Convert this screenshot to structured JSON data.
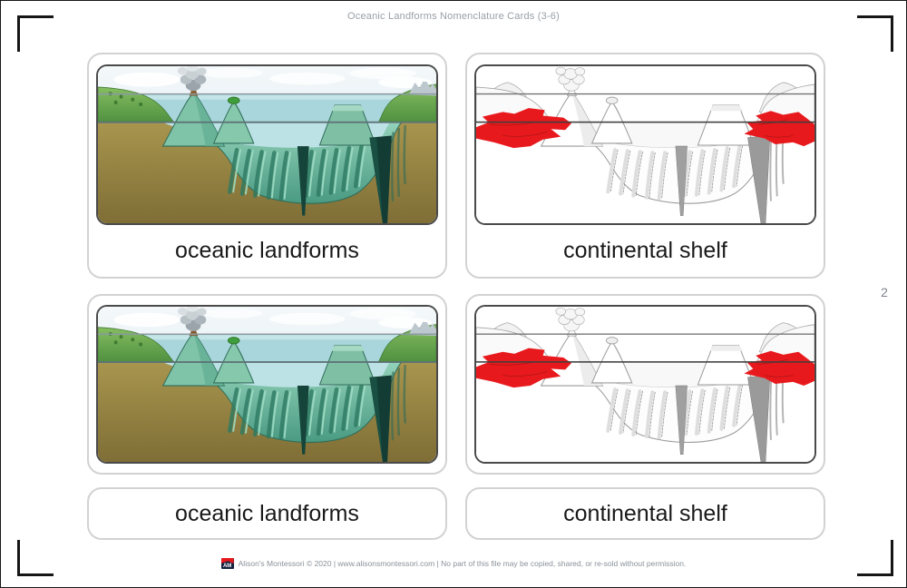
{
  "header": {
    "title": "Oceanic Landforms Nomenclature Cards (3-6)"
  },
  "page_number": "2",
  "cards": [
    {
      "id": "top-left",
      "type": "picture-with-label",
      "label": "oceanic landforms",
      "illustration": "oceanic-landforms-color"
    },
    {
      "id": "top-right",
      "type": "picture-with-label",
      "label": "continental shelf",
      "illustration": "continental-shelf-highlighted-sketch"
    },
    {
      "id": "bottom-left-picture",
      "type": "picture-only",
      "illustration": "oceanic-landforms-color"
    },
    {
      "id": "bottom-right-picture",
      "type": "picture-only",
      "illustration": "continental-shelf-highlighted-sketch"
    },
    {
      "id": "bottom-left-label",
      "type": "label-only",
      "label": "oceanic landforms"
    },
    {
      "id": "bottom-right-label",
      "type": "label-only",
      "label": "continental shelf"
    }
  ],
  "footer": {
    "logo_text": "AM",
    "text": "Alison's Montessori © 2020 | www.alisonsmontessori.com | No part of this file may be copied, shared, or re-sold without permission."
  },
  "colors": {
    "highlight_red": "#e8191c",
    "card_border": "#d2d2d2",
    "image_border": "#4a4a4a",
    "ocean_teal": "#a9d6dc",
    "seafloor_green": "#5fae93",
    "ground_brown": "#998540"
  }
}
